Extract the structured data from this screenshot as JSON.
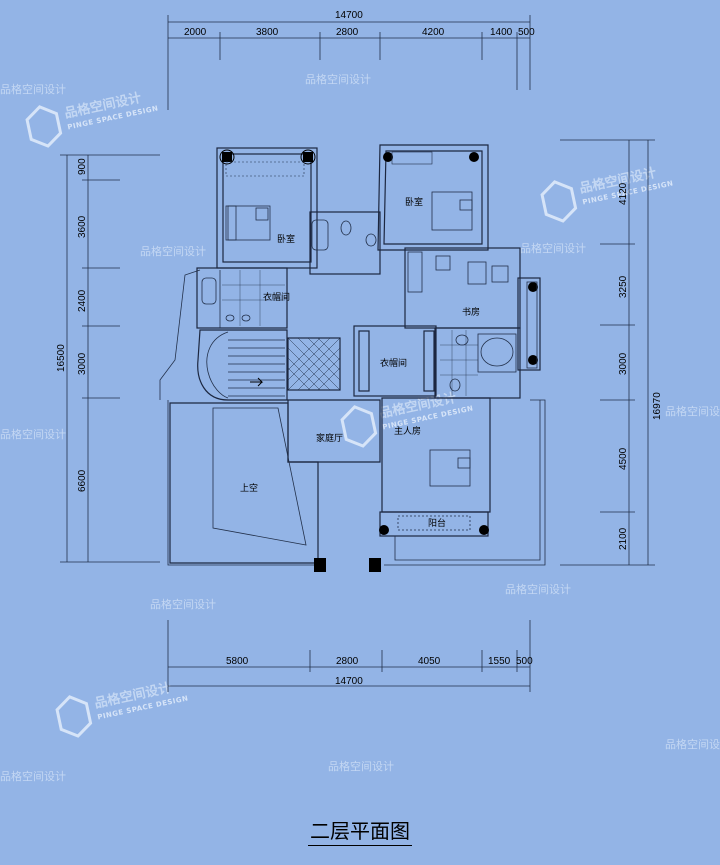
{
  "title": "二层平面图",
  "top_dims": {
    "total": "14700",
    "segments": [
      "2000",
      "3800",
      "2800",
      "4200",
      "1400",
      "500"
    ]
  },
  "bottom_dims": {
    "total": "14700",
    "segments": [
      "5800",
      "2800",
      "4050",
      "1550",
      "500"
    ]
  },
  "left_dims": {
    "total": "16500",
    "segments": [
      "900",
      "3600",
      "2400",
      "3000",
      "6600"
    ]
  },
  "right_dims": {
    "total": "16970",
    "segments": [
      "4120",
      "3250",
      "3000",
      "4500",
      "2100"
    ]
  },
  "rooms": {
    "bedroom_left": "卧室",
    "bedroom_right": "卧室",
    "closet_left": "衣帽间",
    "closet_center": "衣帽间",
    "study": "书房",
    "family_hall": "家庭厅",
    "master_room": "主人房",
    "void": "上空",
    "balcony": "阳台"
  },
  "watermark": {
    "cn": "品格空间设计",
    "en": "PINGE SPACE DESIGN",
    "logo_text": "品格空间设计"
  },
  "colors": {
    "background": "#93b4e6",
    "lines": "#22304a",
    "watermark": "#c9dbf5"
  }
}
